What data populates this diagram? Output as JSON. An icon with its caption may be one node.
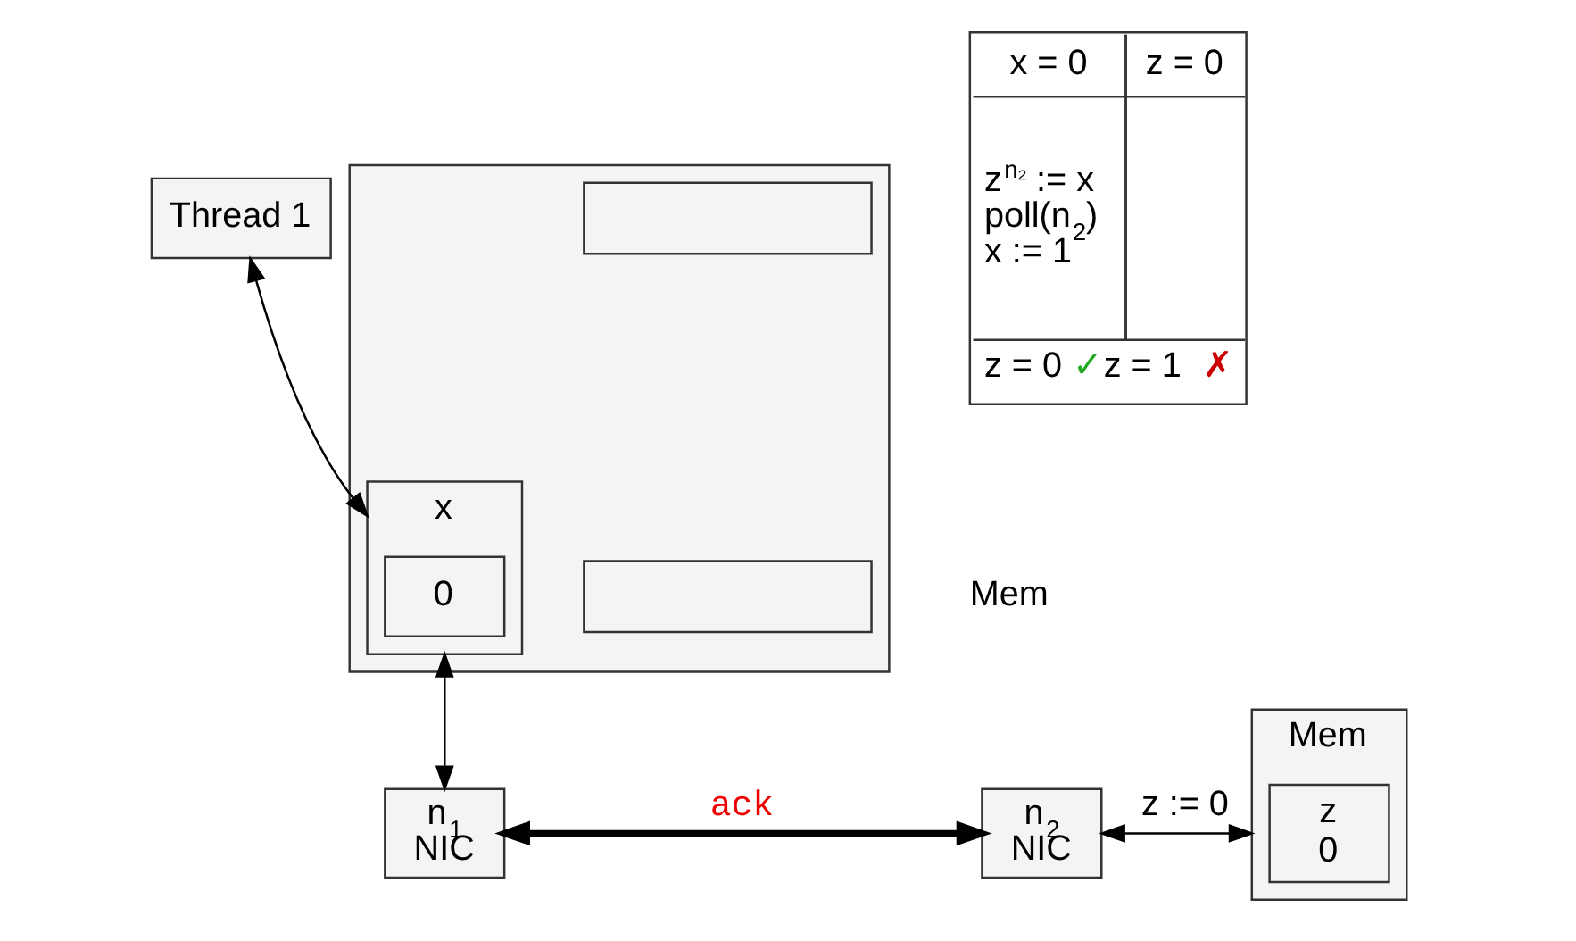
{
  "diagram": {
    "nodes": [
      {
        "text": [
          "Thread 1"
        ]
      },
      {
        "text": [],
        "shape": "box",
        "beside": [
          "Mem"
        ]
      },
      {
        "text": [
          "x"
        ],
        "in": 1
      },
      {
        "text": [
          "0"
        ],
        "in": 2
      },
      {
        "text": [],
        "shape": "box",
        "in": 1
      },
      {
        "text": [],
        "shape": "box",
        "in": 1
      },
      {
        "text": [
          "n$_{1}$",
          "NIC"
        ]
      },
      {
        "text": [
          "n$_{2}$",
          "NIC"
        ]
      },
      {
        "text": [
          "Mem"
        ]
      },
      {
        "text": [
          "z",
          "0"
        ],
        "in": 8
      }
    ],
    "edges": [
      {
        "from": 0,
        "to": 2,
        "arrow": "both"
      },
      {
        "from": 2,
        "to": 6,
        "arrow": "both"
      },
      {
        "from": 6,
        "to": 7,
        "arrow": "both",
        "style": "thick",
        "label": "ack"
      },
      {
        "from": 7,
        "to": 8,
        "arrow": "both",
        "label": "z := 0"
      }
    ],
    "labels": [
      "x = 0",
      "z = 0",
      "z$^{n₂}$ := x",
      "poll(n$_{2}$)",
      "x := 1",
      "z = 0",
      "✓",
      "z = 1",
      "✗"
    ]
  }
}
